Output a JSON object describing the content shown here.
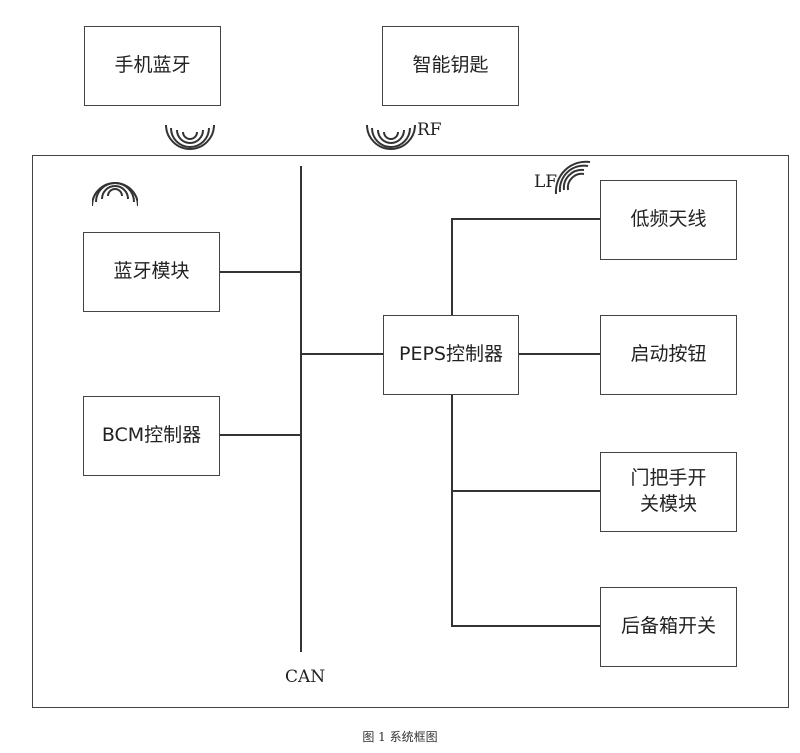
{
  "external": {
    "phone_bluetooth": "手机蓝牙",
    "smart_key": "智能钥匙"
  },
  "signals": {
    "rf": "RF",
    "lf": "LF",
    "can": "CAN"
  },
  "modules": {
    "bluetooth_module": "蓝牙模块",
    "bcm_controller": "BCM控制器",
    "peps_controller": "PEPS控制器",
    "lf_antenna": "低频天线",
    "start_button": "启动按钮",
    "door_handle_switch": "门把手开关模块",
    "trunk_switch": "后备箱开关"
  },
  "caption": "图 1 系统框图"
}
